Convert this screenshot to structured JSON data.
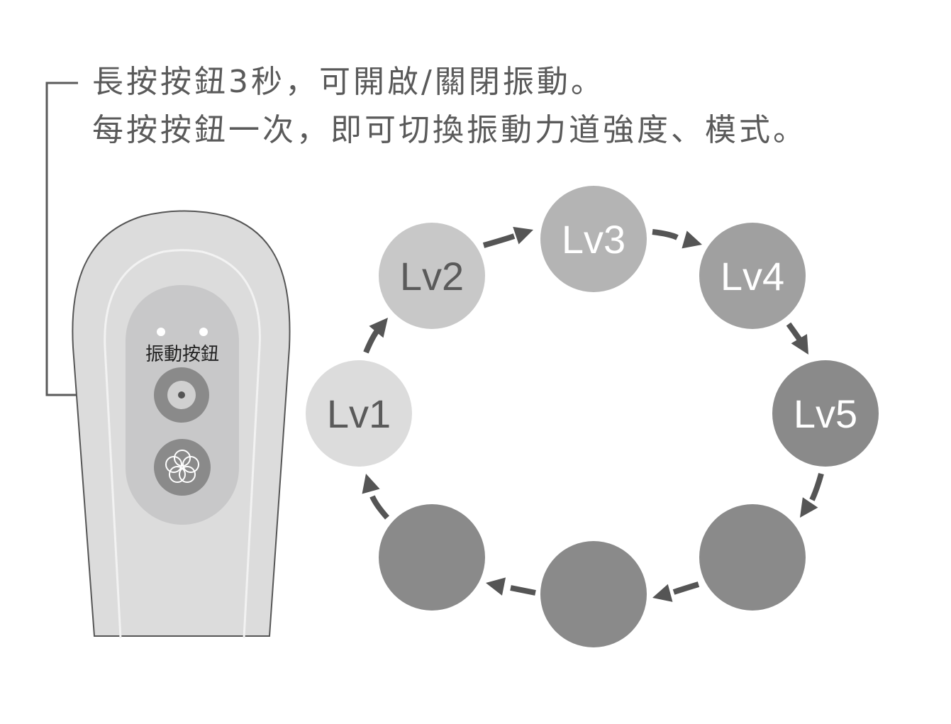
{
  "instructions": {
    "line1": "長按按鈕3秒，可開啟/關閉振動。",
    "line2": "每按按鈕一次，即可切換振動力道強度、模式。"
  },
  "device": {
    "button_label": "振動按鈕",
    "vibration_button_icon": "target-ring-icon",
    "mode_button_icon": "flower-icon",
    "indicator_lights": 2
  },
  "cycle": {
    "direction": "clockwise",
    "steps": [
      {
        "id": "lv1",
        "label": "Lv1",
        "kind": "level",
        "fill": "#dcdcdc",
        "text_color": "#5a5a5a"
      },
      {
        "id": "lv2",
        "label": "Lv2",
        "kind": "level",
        "fill": "#c8c8c8",
        "text_color": "#5a5a5a"
      },
      {
        "id": "lv3",
        "label": "Lv3",
        "kind": "level",
        "fill": "#b4b4b4",
        "text_color": "#ffffff"
      },
      {
        "id": "lv4",
        "label": "Lv4",
        "kind": "level",
        "fill": "#a0a0a0",
        "text_color": "#ffffff"
      },
      {
        "id": "lv5",
        "label": "Lv5",
        "kind": "level",
        "fill": "#8a8a8a",
        "text_color": "#ffffff"
      },
      {
        "id": "mode1",
        "label": "",
        "kind": "wave",
        "wave": "sawtooth-wide-icon",
        "fill": "#8a8a8a"
      },
      {
        "id": "mode2",
        "label": "",
        "kind": "wave",
        "wave": "sine-wave-icon",
        "fill": "#8a8a8a"
      },
      {
        "id": "mode3",
        "label": "",
        "kind": "wave",
        "wave": "sawtooth-narrow-icon",
        "fill": "#8a8a8a"
      }
    ]
  },
  "colors": {
    "text": "#5a5a5a",
    "arrow": "#555555",
    "device_body": "#dcdcdc",
    "device_panel": "#c8c8c9",
    "button": "#8a8a8a"
  }
}
